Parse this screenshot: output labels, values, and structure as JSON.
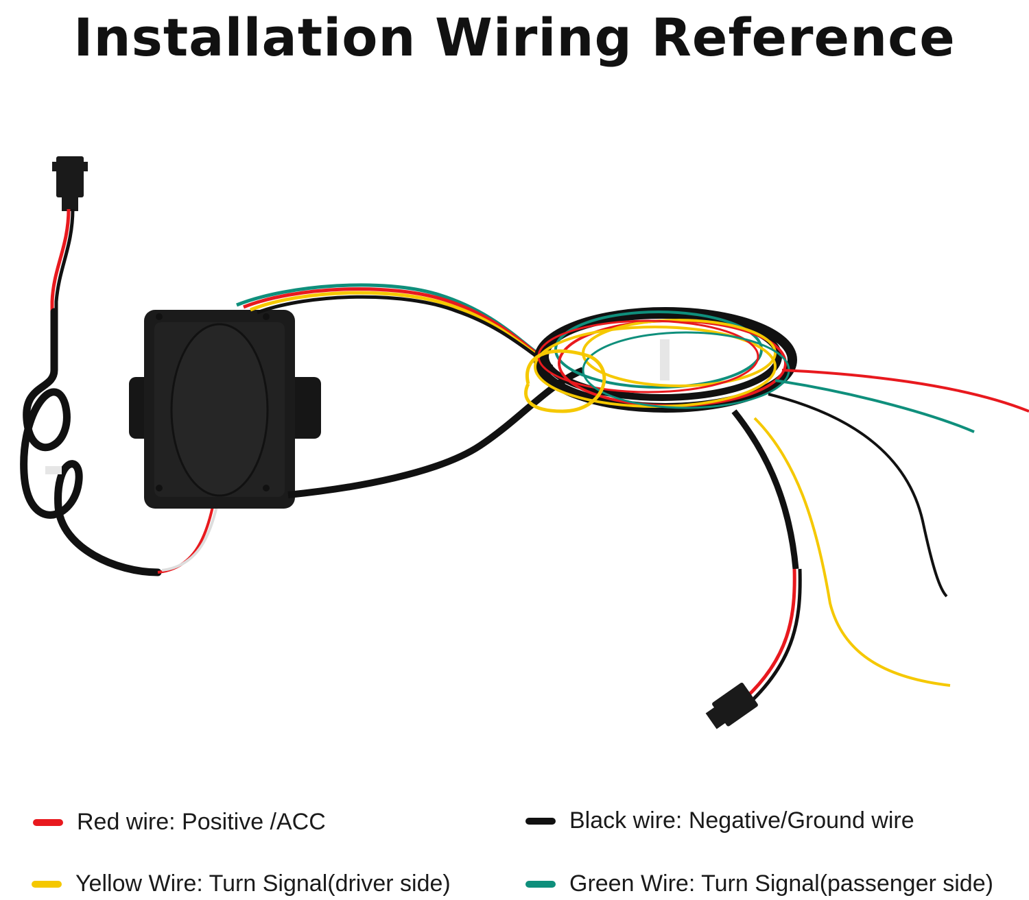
{
  "title": "Installation Wiring Reference",
  "colors": {
    "red": "#e8191e",
    "black": "#111111",
    "yellow": "#f5c800",
    "green": "#0f8f7c",
    "module": "#1b1b1b"
  },
  "legend": [
    {
      "label": "Red wire: Positive /ACC",
      "color": "#e8191e"
    },
    {
      "label": "Black wire: Negative/Ground wire",
      "color": "#111111"
    },
    {
      "label": "Yellow Wire: Turn Signal(driver side)",
      "color": "#f5c800"
    },
    {
      "label": "Green Wire: Turn Signal(passenger side)",
      "color": "#0f8f7c"
    }
  ]
}
